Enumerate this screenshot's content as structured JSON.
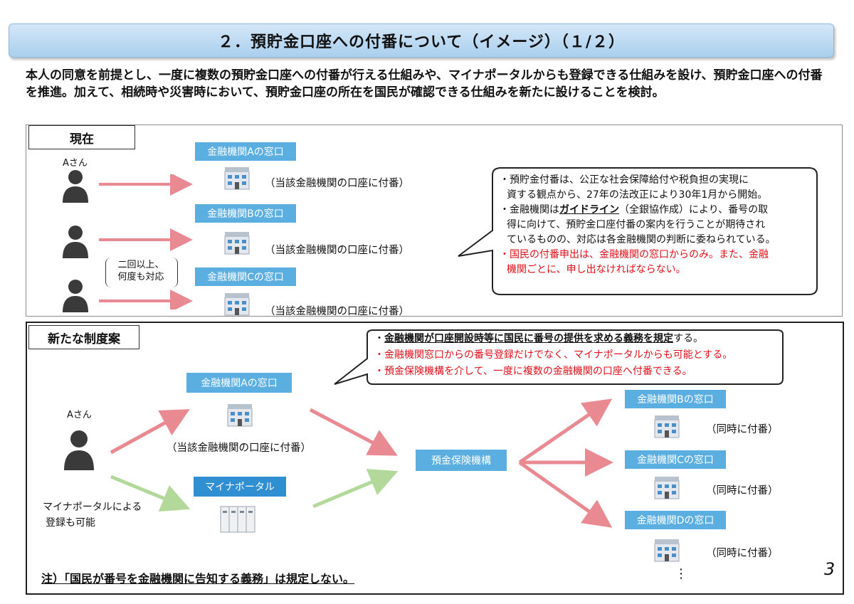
{
  "title": "２．預貯金口座への付番について（イメージ）（１/２）",
  "intro": "本人の同意を前提とし、一度に複数の預貯金口座への付番が行える仕組みや、マイナポータルからも登録できる仕組みを設け、預貯金口座への付番を推進。加えて、相続時や災害時において、預貯金口座の所在を国民が確認できる仕組みを新たに設けることを検討。",
  "current": {
    "tab": "現在",
    "person_label": "Aさん",
    "repeat_note": [
      "二回以上、",
      "何度も対応"
    ],
    "banks": [
      {
        "label": "金融機関Aの窓口",
        "note": "（当該金融機関の口座に付番）"
      },
      {
        "label": "金融機関Bの窓口",
        "note": "（当該金融機関の口座に付番）"
      },
      {
        "label": "金融機関Cの窓口",
        "note": "（当該金融機関の口座に付番）"
      }
    ],
    "bubble": {
      "line1": "・預貯金付番は、公正な社会保障給付や税負担の実現に",
      "line2": "資する観点から、27年の法改正により30年1月から開始。",
      "line3_pre": "・金融機関は",
      "line3_em": "ガイドライン",
      "line3_post": "（全銀協作成）により、番号の取",
      "line4": "得に向けて、預貯金口座付番の案内を行うことが期待され",
      "line5": "ているものの、対応は各金融機関の判断に委ねられている。",
      "line6": "・国民の付番申出は、金融機関の窓口からのみ。また、金融",
      "line7": "機関ごとに、申し出なければならない。"
    }
  },
  "new_plan": {
    "tab": "新たな制度案",
    "person_label": "Aさん",
    "portal_note": [
      "マイナポータルによる",
      "登録も可能"
    ],
    "bank_a": {
      "label": "金融機関Aの窓口",
      "note": "（当該金融機関の口座に付番）"
    },
    "portal": {
      "label": "マイナポータル"
    },
    "dic": {
      "label": "預金保険機構"
    },
    "banks_right": [
      {
        "label": "金融機関Bの窓口",
        "note": "（同時に付番）"
      },
      {
        "label": "金融機関Cの窓口",
        "note": "（同時に付番）"
      },
      {
        "label": "金融機関Dの窓口",
        "note": "（同時に付番）"
      }
    ],
    "ellipsis": "⋮",
    "bubble": {
      "line1_pre": "・",
      "line1_em": "金融機関が口座開設時等に国民に番号の提供を求める義務を規定",
      "line1_post": "する。",
      "line2": "・金融機関窓口からの番号登録だけでなく、マイナポータルからも可能とする。",
      "line3": "・預金保険機構を介して、一度に複数の金融機関の口座へ付番できる。"
    }
  },
  "final_note": "注）「国民が番号を金融機関に告知する義務」は規定しない。",
  "page_number": "3",
  "colors": {
    "arrow_red": "#e98a92",
    "arrow_green": "#b2d99a",
    "label_blue": "#5aaee0",
    "alert_red": "#e0101a"
  }
}
